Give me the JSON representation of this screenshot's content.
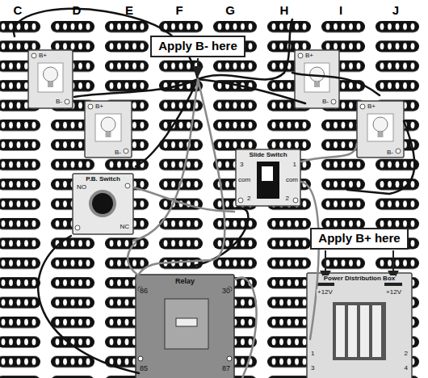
{
  "diagram": {
    "nodes": [
      {
        "text": [
          "Apply B- here"
        ]
      },
      {
        "text": [
          "B+",
          "B-"
        ]
      },
      {
        "text": [
          "B+",
          "B-"
        ]
      },
      {
        "text": [
          "B+",
          "B-"
        ]
      },
      {
        "text": [
          "B+",
          "B-"
        ]
      },
      {
        "text": [
          "Slide Switch",
          "3",
          "1",
          "com",
          "com",
          "2",
          "2"
        ]
      },
      {
        "text": [
          "P.B. Switch",
          "NO",
          "NC"
        ]
      },
      {
        "text": [
          "Apply B+ here"
        ]
      },
      {
        "text": [
          "Relay",
          "86",
          "30",
          "85",
          "87"
        ]
      },
      {
        "text": [
          "Power Distribution Box",
          "+12V",
          "+12V",
          "1",
          "2",
          "3",
          "4"
        ]
      }
    ],
    "labels": [
      "C",
      "D",
      "E",
      "F",
      "G",
      "H",
      "I",
      "J"
    ]
  }
}
